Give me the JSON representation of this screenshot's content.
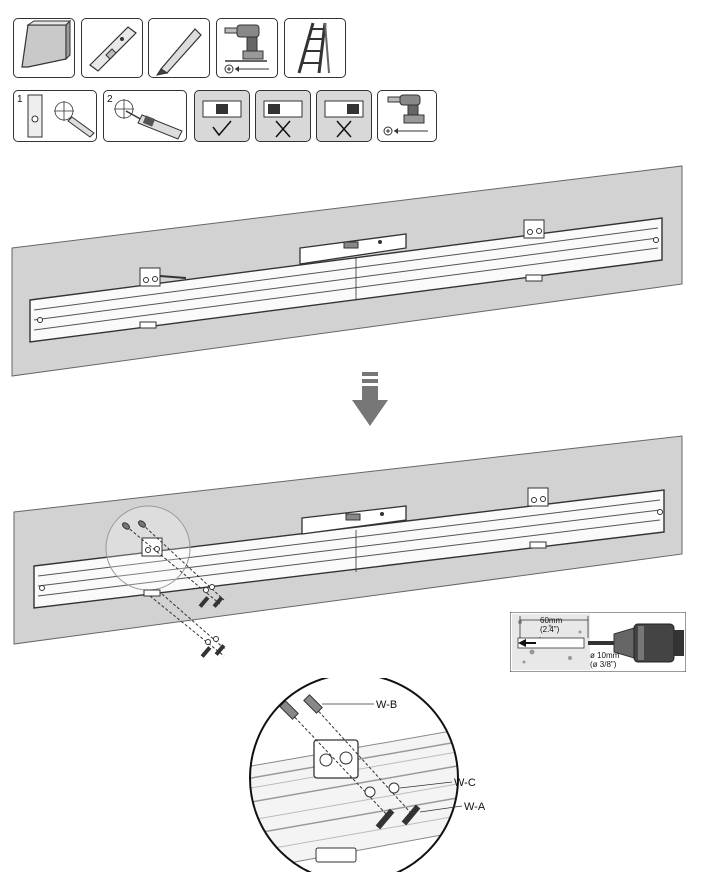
{
  "steps": {
    "step1_number": "1",
    "step2_number": "2"
  },
  "drill_spec": {
    "depth_mm": "60mm",
    "depth_in": "(2.4\")",
    "diameter_mm": "ø 10mm",
    "diameter_in": "(ø 3/8\")"
  },
  "parts": {
    "wb": "W-B",
    "wc": "W-C",
    "wa": "W-A"
  },
  "tools": [
    {
      "name": "wall"
    },
    {
      "name": "spirit-level"
    },
    {
      "name": "pencil"
    },
    {
      "name": "power-drill"
    },
    {
      "name": "ladder"
    }
  ],
  "level_checks": [
    {
      "result": "check"
    },
    {
      "result": "cross"
    },
    {
      "result": "cross"
    }
  ]
}
